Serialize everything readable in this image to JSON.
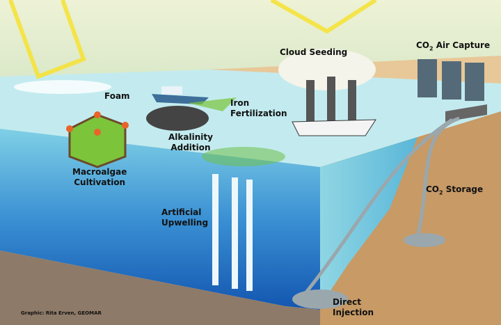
{
  "labels": {
    "foam": "Foam",
    "iron_fertilization": [
      "Iron",
      "Fertilization"
    ],
    "cloud_seeding": "Cloud Seeding",
    "co2_air_capture": {
      "pre": "CO",
      "sub": "2",
      "post": " Air Capture"
    },
    "alkalinity_addition": [
      "Alkalinity",
      "Addition"
    ],
    "macroalgae_cultivation": [
      "Macroalgae",
      "Cultivation"
    ],
    "co2_storage": {
      "pre": "CO",
      "sub": "2",
      "post": " Storage"
    },
    "artificial_upwelling": [
      "Artificial",
      "Upwelling"
    ],
    "direct_injection": [
      "Direct",
      "Injection"
    ]
  },
  "credit": "Graphic: Rita Erven, GEOMAR",
  "colors": {
    "sky": "#e9eecb",
    "sand": "#e8c898",
    "sea_surface": "#bfe9ee",
    "sea_deep": "#1f6fc2",
    "earth": "#c79a66",
    "seafloor": "#8e7a68",
    "sunbeam": "#f5e23a"
  }
}
